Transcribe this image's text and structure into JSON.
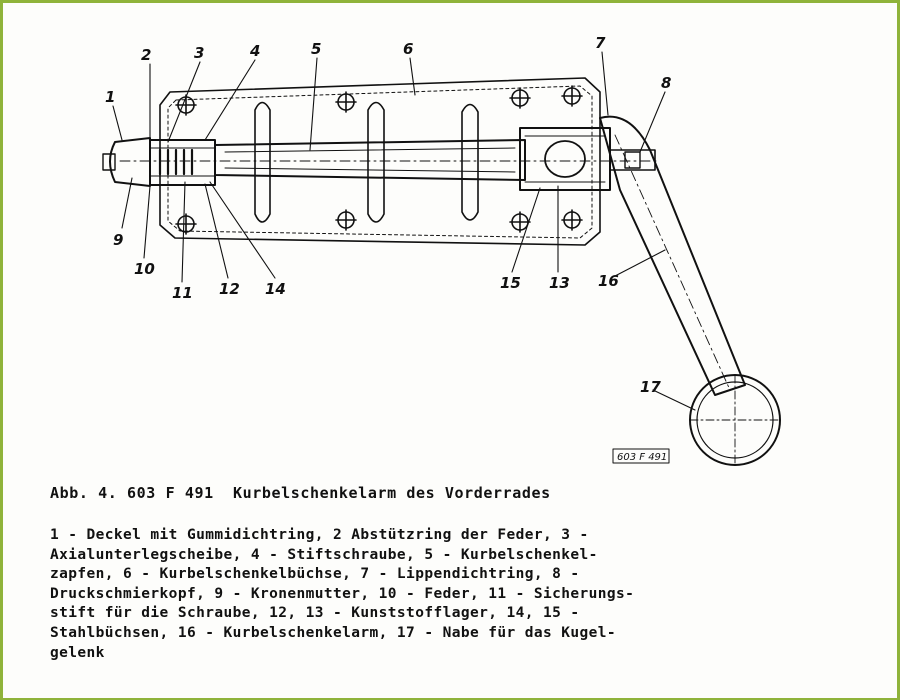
{
  "figure": {
    "callouts": [
      "1",
      "2",
      "3",
      "4",
      "5",
      "6",
      "7",
      "8",
      "9",
      "10",
      "11",
      "12",
      "13",
      "14",
      "15",
      "16",
      "17"
    ],
    "reference_code": "603 F 491"
  },
  "caption": "Abb. 4. 603 F 491  Kurbelschenkelarm des Vorderrades",
  "legend": {
    "lines": [
      "1 - Deckel mit Gummidichtring, 2 Abstützring der Feder, 3 -",
      "Axialunterlegscheibe, 4 - Stiftschraube, 5 - Kurbelschenkel-",
      "zapfen, 6 - Kurbelschenkelbüchse, 7 - Lippendichtring, 8 -",
      "Druckschmierkopf, 9 - Kronenmutter, 10 - Feder, 11 - Sicherungs-",
      "stift für die Schraube, 12, 13 - Kunststofflager, 14, 15 -",
      "Stahlbüchsen, 16 - Kurbelschenkelarm, 17 - Nabe für das Kugel-",
      "gelenk"
    ]
  },
  "colors": {
    "frame": "#8fb33a",
    "ink": "#111111"
  }
}
